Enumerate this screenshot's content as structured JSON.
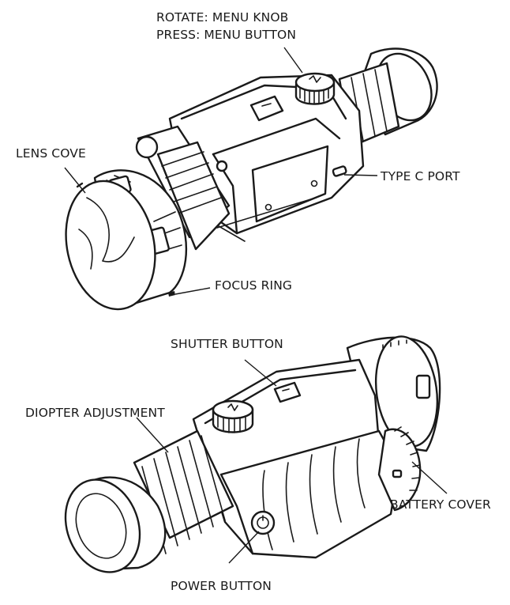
{
  "labels": {
    "menu_knob": "ROTATE: MENU KNOB",
    "menu_button": "PRESS: MENU BUTTON",
    "lens_cover": "LENS COVE",
    "type_c_port": "TYPE C PORT",
    "focus_ring": "FOCUS RING",
    "shutter_button": "SHUTTER BUTTON",
    "diopter_adjustment": "DIOPTER ADJUSTMENT",
    "battery_cover": "BATTERY COVER",
    "power_button": "POWER BUTTON"
  },
  "colors": {
    "line": "#1a1a1a",
    "background": "#ffffff"
  }
}
